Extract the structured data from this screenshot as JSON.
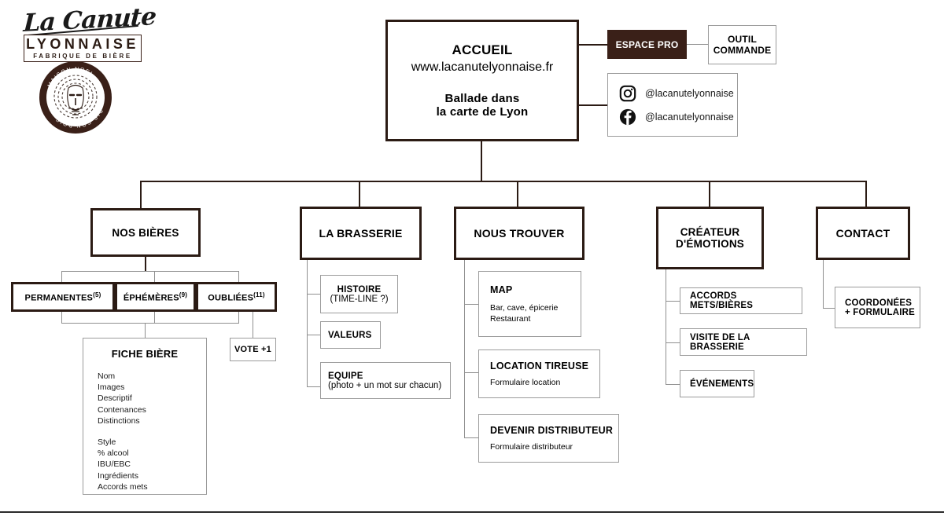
{
  "logo": {
    "script_name": "La Canute",
    "band": "LYONNAISE",
    "tagline": "FABRIQUE DE BIÈRE",
    "ring_text_top": "MAISON NOËL",
    "ring_text_bottom": "DIS SON BOIS",
    "icon": "lion-medallion-icon"
  },
  "colors": {
    "ink": "#2b1b14",
    "dark_fill": "#3a2018",
    "thin_border": "#9b9b9b",
    "connector": "#8f8f8f",
    "page_bg": "#ffffff"
  },
  "home": {
    "title": "ACCUEIL",
    "url": "www.lacanutelyonnaise.fr",
    "note_line1": "Ballade dans",
    "note_line2": "la carte de Lyon"
  },
  "pro": {
    "espace_pro": "ESPACE PRO",
    "outil_commande_line1": "OUTIL",
    "outil_commande_line2": "COMMANDE"
  },
  "social": {
    "items": [
      {
        "icon": "instagram-icon",
        "handle": "@lacanutelyonnaise"
      },
      {
        "icon": "facebook-icon",
        "handle": "@lacanutelyonnaise"
      }
    ]
  },
  "sections": {
    "bieres": {
      "title": "NOS BIÈRES",
      "categories": [
        {
          "label": "PERMANENTES",
          "count": "(5)"
        },
        {
          "label": "ÉPHÉMÈRES",
          "count": "(9)"
        },
        {
          "label": "OUBLIÉES",
          "count": "(11)"
        }
      ],
      "vote": "VOTE +1",
      "fiche": {
        "title": "FICHE BIÈRE",
        "group1": [
          "Nom",
          "Images",
          "Descriptif",
          "Contenances",
          "Distinctions"
        ],
        "group2": [
          "Style",
          "% alcool",
          "IBU/EBC",
          "Ingrédients",
          "Accords mets"
        ]
      }
    },
    "brasserie": {
      "title": "LA BRASSERIE",
      "children": [
        {
          "title": "HISTOIRE",
          "sub": "(TIME-LINE ?)",
          "lines": []
        },
        {
          "title": "VALEURS",
          "sub": "",
          "lines": []
        },
        {
          "title": "EQUIPE",
          "sub": "(photo + un mot sur chacun)",
          "lines": []
        }
      ]
    },
    "trouver": {
      "title": "NOUS TROUVER",
      "children": [
        {
          "title": "MAP",
          "lines": [
            "Bar, cave, épicerie",
            "Restaurant"
          ]
        },
        {
          "title": "LOCATION TIREUSE",
          "lines": [
            "Formulaire location"
          ]
        },
        {
          "title": "DEVENIR DISTRIBUTEUR",
          "lines": [
            "Formulaire distributeur"
          ]
        }
      ]
    },
    "emotions": {
      "title_line1": "CRÉATEUR",
      "title_line2": "D'ÉMOTIONS",
      "children": [
        {
          "title": "ACCORDS METS/BIÈRES"
        },
        {
          "title": "VISITE DE LA BRASSERIE"
        },
        {
          "title": "ÉVÉNEMENTS"
        }
      ]
    },
    "contact": {
      "title": "CONTACT",
      "children": [
        {
          "line1": "COORDONÉES",
          "line2": "+ FORMULAIRE"
        }
      ]
    }
  }
}
